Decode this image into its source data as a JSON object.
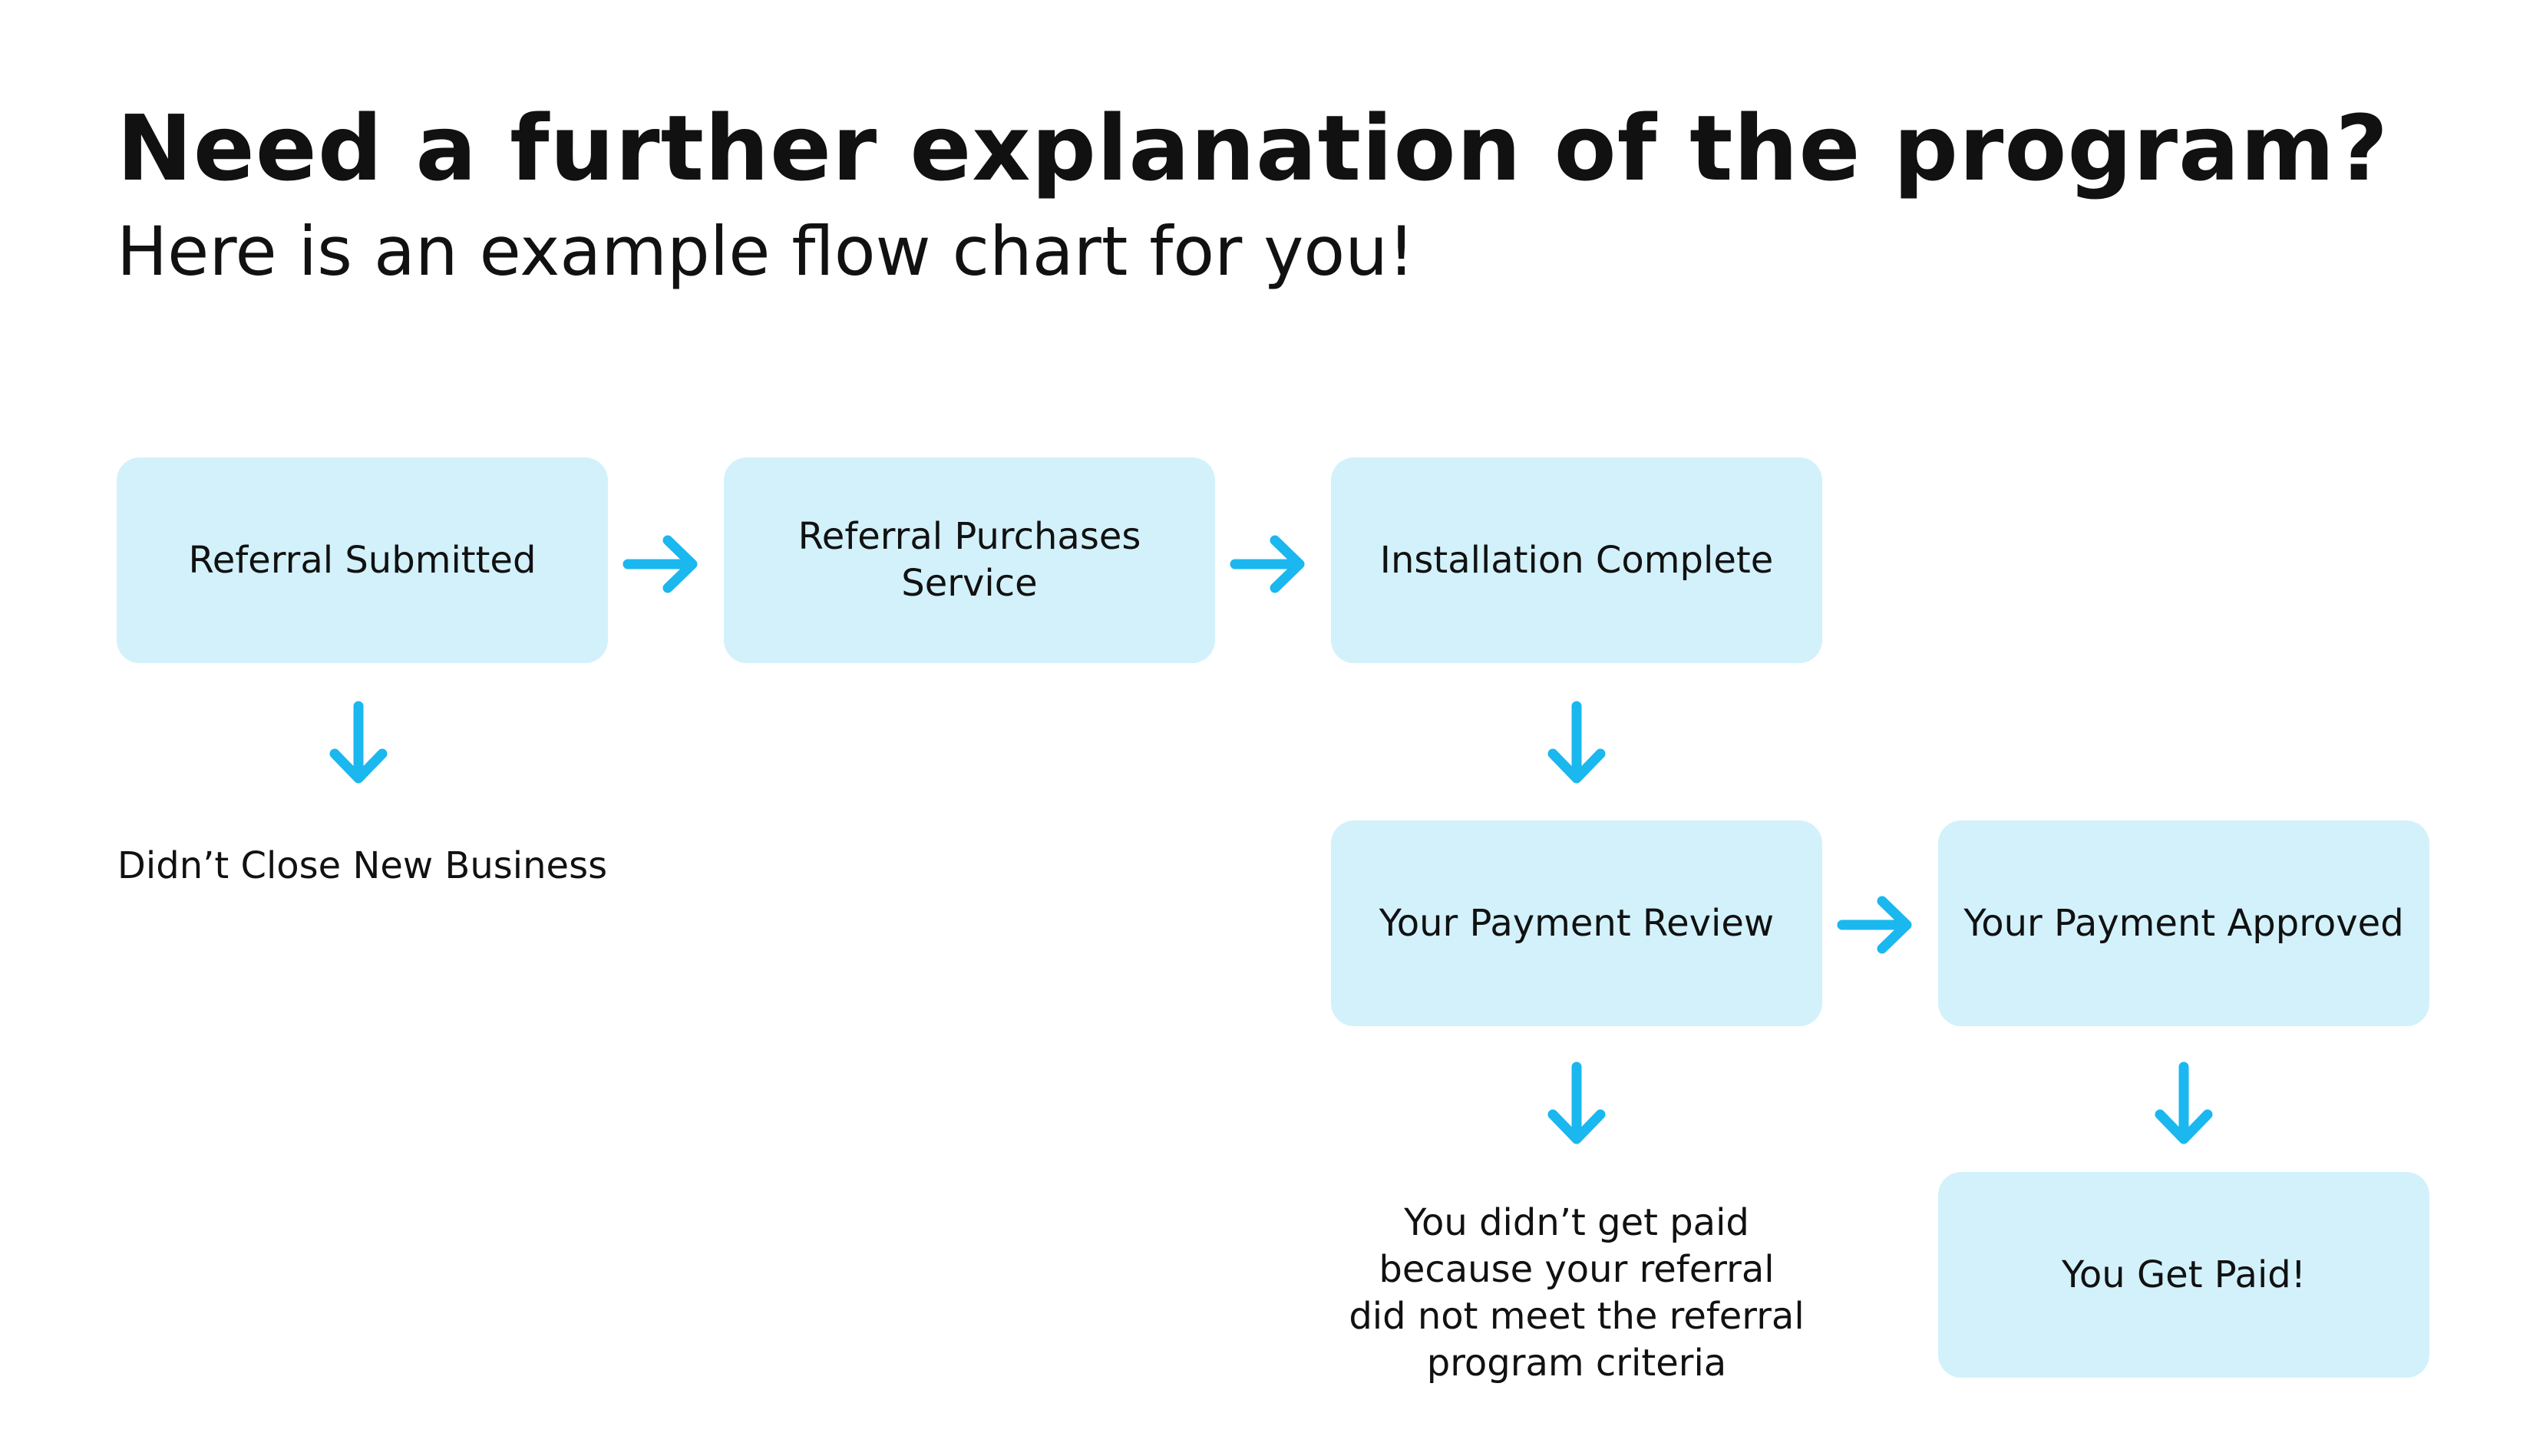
{
  "title": "Need a further explanation of the program?",
  "subtitle": "Here is an example flow chart for you!",
  "colors": {
    "box_fill": "#d2f1fb",
    "arrow": "#1bb7ef",
    "text": "#111111",
    "background": "#ffffff"
  },
  "nodes": {
    "referral_submitted": "Referral Submitted",
    "referral_purchases_service_line1": "Referral Purchases",
    "referral_purchases_service_line2": "Service",
    "installation_complete": "Installation Complete",
    "payment_review": "Your Payment Review",
    "payment_approved": "Your Payment Approved",
    "you_get_paid": "You Get Paid!"
  },
  "notes": {
    "didnt_close": "Didn’t Close New Business",
    "not_paid_line1": "You didn’t get paid",
    "not_paid_line2": "because your referral",
    "not_paid_line3": "did not meet the referral",
    "not_paid_line4": "program criteria"
  },
  "icons": {
    "right_arrow": "arrow-right-icon",
    "down_arrow": "arrow-down-icon"
  }
}
